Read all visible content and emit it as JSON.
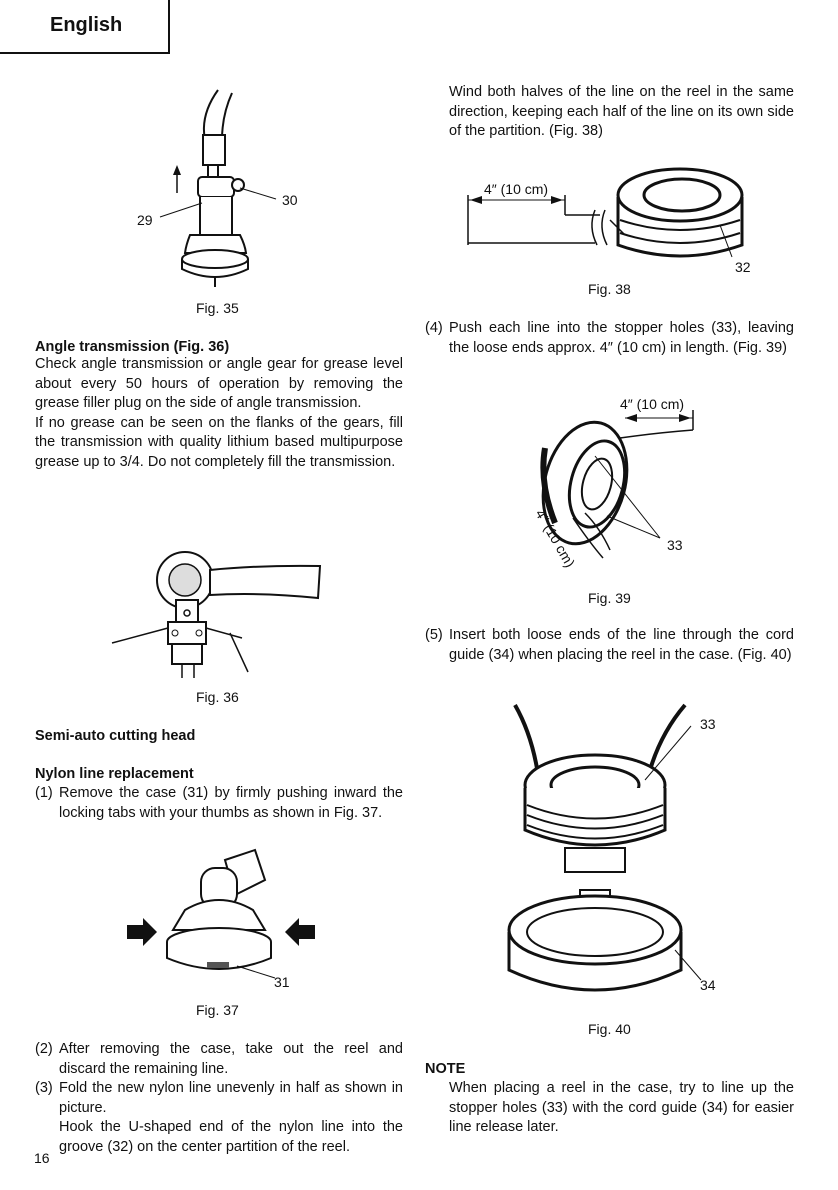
{
  "header": {
    "language": "English"
  },
  "fig35": {
    "caption": "Fig. 35",
    "label_29": "29",
    "label_30": "30"
  },
  "angle": {
    "heading": "Angle transmission (Fig. 36)",
    "p1": "Check angle transmission or angle gear for grease level about every 50 hours of operation by removing the grease filler plug on the side of angle transmission.",
    "p2": "If no grease can be seen on the flanks of the gears, fill the transmission with quality lithium based multipurpose grease up to 3/4. Do not completely fill the transmission."
  },
  "fig36": {
    "caption": "Fig. 36"
  },
  "semi": {
    "heading": "Semi-auto cutting head"
  },
  "nylon": {
    "heading": "Nylon line replacement",
    "step1_num": "(1)",
    "step1": "Remove the case (31) by firmly pushing inward the locking tabs with your thumbs as shown in Fig. 37."
  },
  "fig37": {
    "caption": "Fig. 37",
    "label_31": "31"
  },
  "steps_lower": {
    "step2_num": "(2)",
    "step2": "After removing the case, take out the reel and discard the remaining line.",
    "step3_num": "(3)",
    "step3a": "Fold the new nylon line unevenly in half as shown in picture.",
    "step3b": "Hook the U-shaped end of the nylon line into the groove (32) on the center partition of the reel."
  },
  "right": {
    "wind": "Wind both halves of the line on the reel in the same direction, keeping each half of the line on its own side of the partition. (Fig. 38)"
  },
  "fig38": {
    "caption": "Fig. 38",
    "dim": "4″ (10 cm)",
    "label_32": "32"
  },
  "step4": {
    "num": "(4)",
    "text": "Push each line into the stopper holes (33), leaving the loose ends approx. 4″ (10 cm) in length. (Fig. 39)"
  },
  "fig39": {
    "caption": "Fig. 39",
    "dim_top": "4″ (10 cm)",
    "dim_left": "4″ (10 cm)",
    "label_33": "33"
  },
  "step5": {
    "num": "(5)",
    "text": "Insert both loose ends of the line through the cord guide (34) when placing the reel in the case. (Fig. 40)"
  },
  "fig40": {
    "caption": "Fig. 40",
    "label_33": "33",
    "label_34": "34"
  },
  "note": {
    "heading": "NOTE",
    "text": "When placing a reel in the case, try to line up the stopper holes (33) with the cord guide (34) for easier line release later."
  },
  "page": {
    "number": "16"
  }
}
